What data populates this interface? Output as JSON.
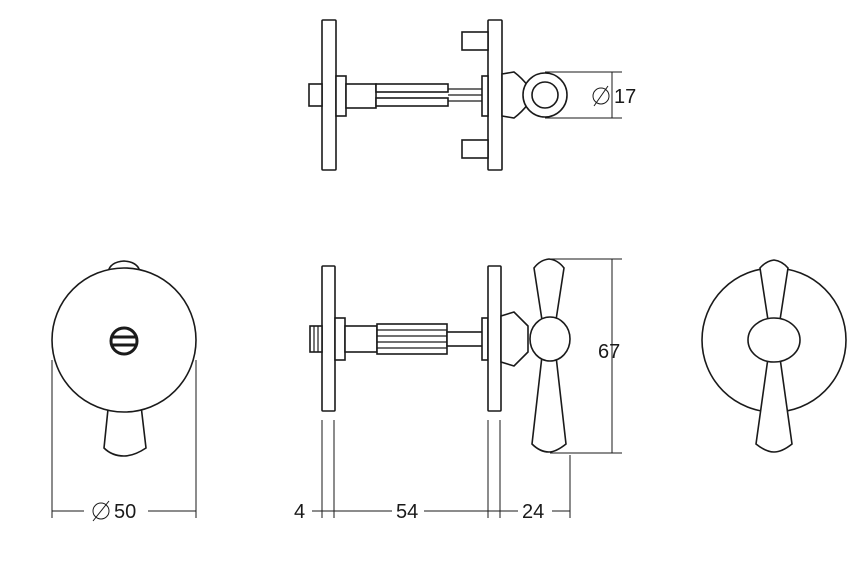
{
  "dimensions": {
    "top_ring_diameter": "17",
    "front_rose_diameter": "50",
    "side_rose_thickness": "4",
    "side_spindle_length": "54",
    "side_handle_depth": "24",
    "side_handle_height": "67"
  },
  "symbols": {
    "diameter": "diameter-symbol"
  },
  "colors": {
    "line": "#1a1a1a",
    "background": "#ffffff"
  }
}
